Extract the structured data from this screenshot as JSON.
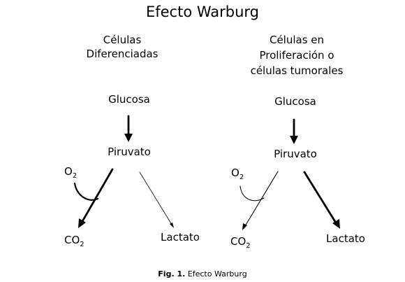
{
  "title": "Efecto Warburg",
  "left_column": {
    "heading_line1": "Células",
    "heading_line2": "Diferenciadas",
    "glucose": "Glucosa",
    "pyruvate": "Piruvato",
    "oxygen": "O",
    "oxygen_sub": "2",
    "co2": "CO",
    "co2_sub": "2",
    "lactate": "Lactato"
  },
  "right_column": {
    "heading_line1": "Células en",
    "heading_line2": "Proliferación o",
    "heading_line3": "células tumorales",
    "glucose": "Glucosa",
    "pyruvate": "Piruvato",
    "oxygen": "O",
    "oxygen_sub": "2",
    "co2": "CO",
    "co2_sub": "2",
    "lactate": "Lactato"
  },
  "caption": {
    "label": "Fig. 1.",
    "text": " Efecto Warburg"
  },
  "colors": {
    "ink": "#000000",
    "background": "#ffffff"
  }
}
